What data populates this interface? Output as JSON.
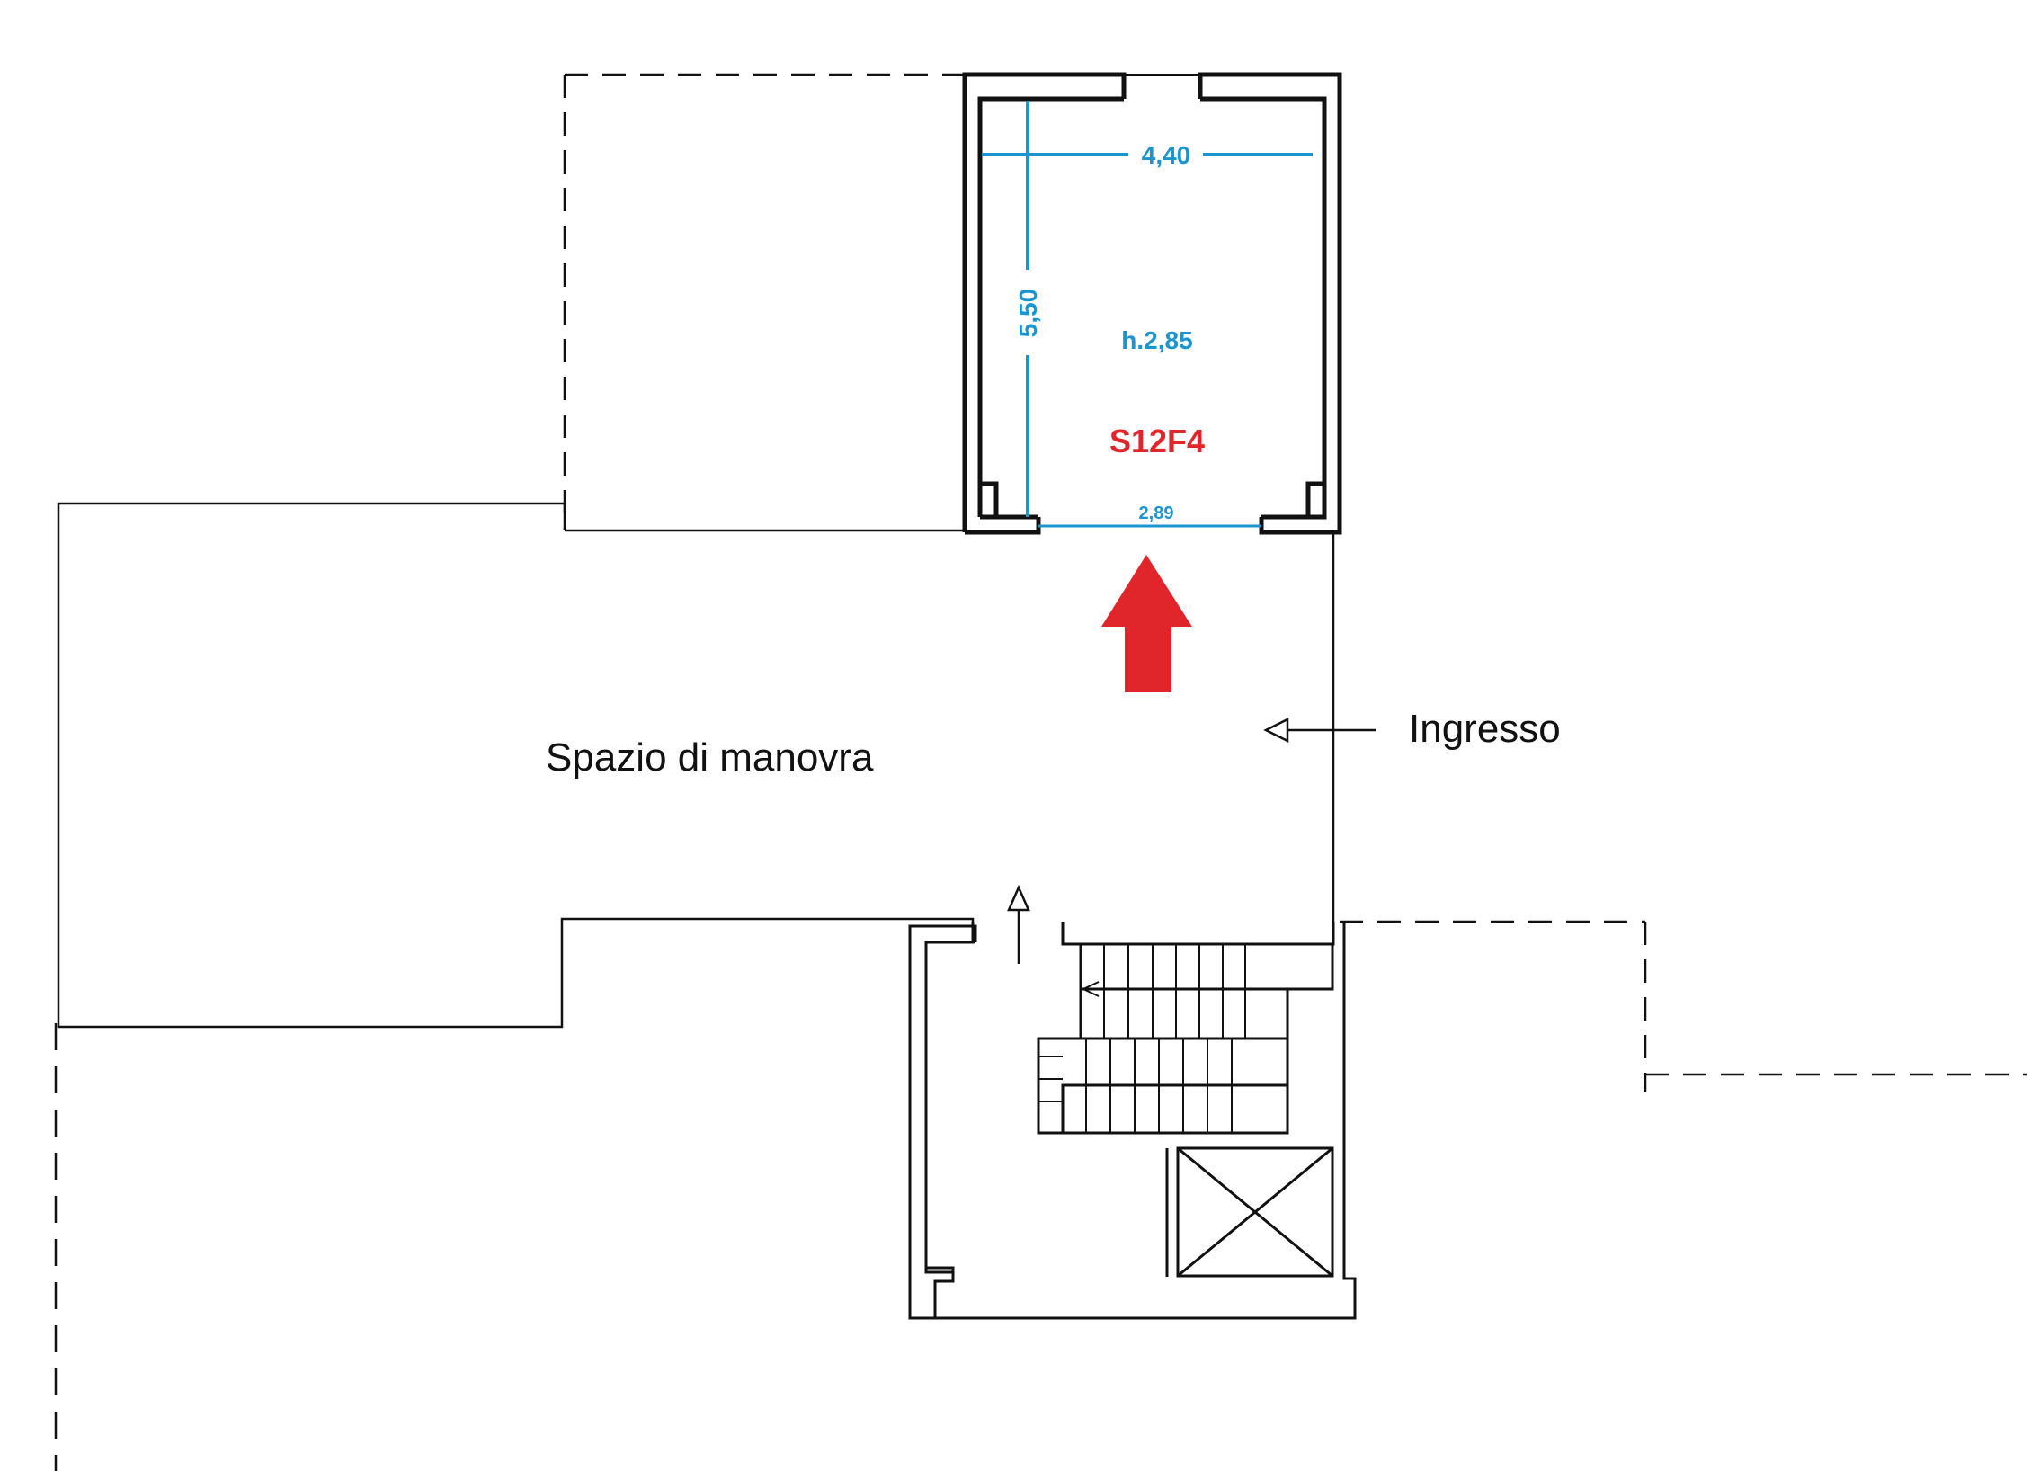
{
  "labels": {
    "width": "4,40",
    "depth": "5,50",
    "height": "h.2,85",
    "unit_code": "S12F4",
    "door_width": "2,89",
    "maneuver_space": "Spazio di manovra",
    "entrance": "Ingresso"
  },
  "colors": {
    "dimension": "#1b95d0",
    "highlight": "#e0262b",
    "lines": "#111111"
  }
}
